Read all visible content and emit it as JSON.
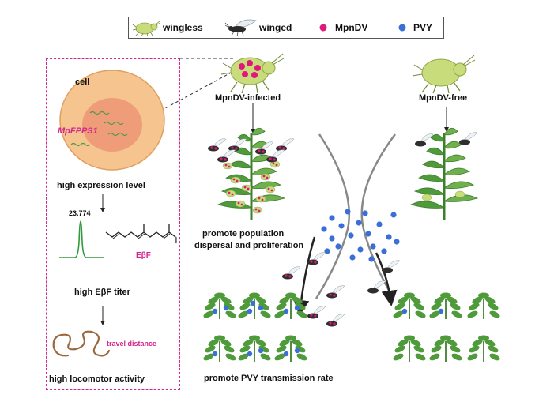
{
  "legend": {
    "wingless": "wingless",
    "winged": "winged",
    "mpndv": "MpnDV",
    "pvy": "PVY"
  },
  "colors": {
    "mpndv_dot": "#e0187a",
    "pvy_dot": "#3a6fd8",
    "aphid_green": "#c9dc7c",
    "cell_fill": "#f5c48f",
    "nucleus_fill": "#ef9d78",
    "dashed_box": "#d4268b",
    "gene_label": "#d4268b",
    "plant_green": "#4f9a3a"
  },
  "panel": {
    "cell_label": "cell",
    "gene": "MpFPPS1",
    "expression": "high expression level",
    "peak_value": "23.774",
    "compound": "EβF",
    "titer": "high EβF titer",
    "travel": "travel distance",
    "locomotor": "high locomotor activity"
  },
  "main": {
    "infected": "MpnDV-infected",
    "free": "MpnDV-free",
    "dispersal_line1": "promote population",
    "dispersal_line2": "dispersal and proliferation",
    "transmission": "promote PVY transmission rate"
  }
}
